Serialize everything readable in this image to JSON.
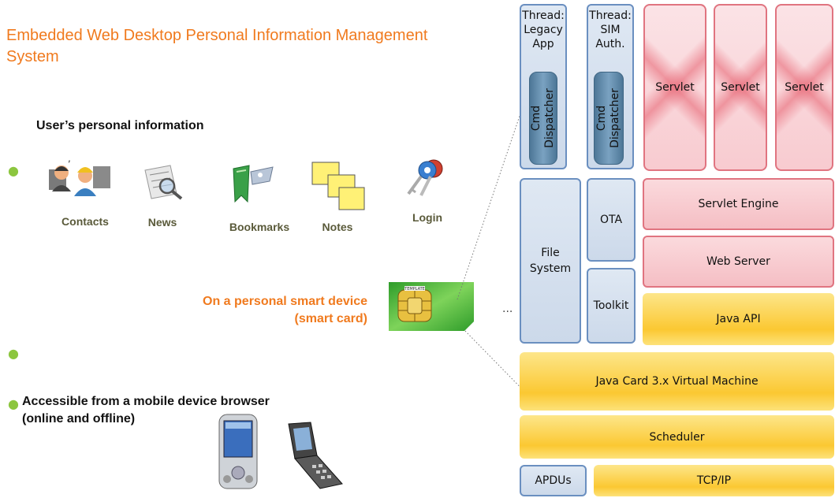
{
  "title": "Embedded Web Desktop Personal Information Management System",
  "personal_info_heading": "User’s personal information",
  "icons": [
    {
      "label": "Contacts",
      "icon": "contacts-icon"
    },
    {
      "label": "News",
      "icon": "news-icon"
    },
    {
      "label": "Bookmarks",
      "icon": "bookmarks-icon"
    },
    {
      "label": "Notes",
      "icon": "notes-icon"
    },
    {
      "label": "Login",
      "icon": "login-keys-icon"
    }
  ],
  "device_text": {
    "line1": "On a personal smart device",
    "line2": "(smart card)"
  },
  "smartcard_chip_label": "TEMPLATE",
  "access_text": {
    "line1": "Accessible from a mobile device browser",
    "line2": "(online and offline)"
  },
  "ellipsis": "...",
  "architecture": {
    "thread_legacy": {
      "line1": "Thread:",
      "line2": "Legacy",
      "line3": "App"
    },
    "thread_sim": {
      "line1": "Thread:",
      "line2": "SIM",
      "line3": "Auth."
    },
    "cmd_dispatcher": {
      "line1": "Cmd",
      "line2": "Dispatcher"
    },
    "servlets": [
      "Servlet",
      "Servlet",
      "Servlet"
    ],
    "file_system": {
      "line1": "File",
      "line2": "System"
    },
    "ota": "OTA",
    "toolkit": "Toolkit",
    "servlet_engine": "Servlet Engine",
    "web_server": "Web Server",
    "java_api": "Java API",
    "jvm": "Java Card 3.x Virtual Machine",
    "scheduler": "Scheduler",
    "apdus": "APDUs",
    "tcpip": "TCP/IP"
  },
  "colors": {
    "accent_orange": "#f07a1e",
    "blue_box": "#6a8fc0",
    "pink_box": "#e07480",
    "yellow_box": "#fbc832"
  }
}
